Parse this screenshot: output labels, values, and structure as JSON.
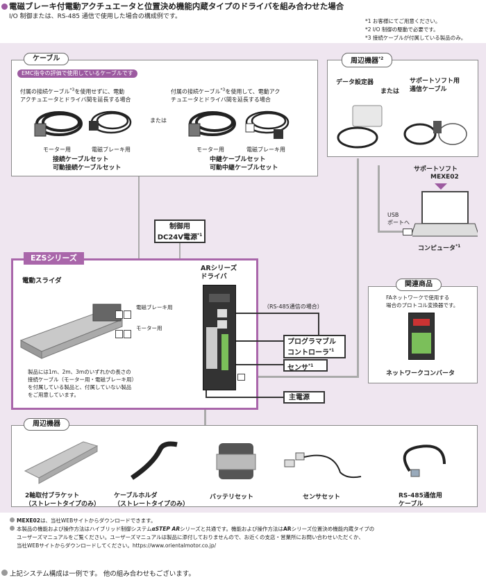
{
  "header": {
    "title": "電磁ブレーキ付電動アクチュエータと位置決め機能内蔵タイプのドライバを組み合わせた場合",
    "subtitle": "I/O 制御または、RS-485 通信で使用した場合の構成例です。",
    "notes": [
      "*1  お客様にてご用意ください。",
      "*2  I/O 制御の駆動で必要です。",
      "*3  接続ケーブルが付属している製品のみ。"
    ]
  },
  "cable_section": {
    "title": "ケーブル",
    "emc_label": "EMC指令の評価で使用しているケーブルです",
    "left_desc_1": "付属の接続ケーブル",
    "left_desc_2": "を使用せずに、電動",
    "left_desc_3": "アクチュエータとドライバ間を延長する場合",
    "right_desc_1": "付属の接続ケーブル",
    "right_desc_2": "を使用して、電動アク",
    "right_desc_3": "チュエータとドライバ間を延長する場合",
    "mark": "*3",
    "or": "または",
    "motor_label": "モーター用",
    "brake_label": "電磁ブレーキ用",
    "left_set_1": "接続ケーブルセット",
    "left_set_2": "可動接続ケーブルセット",
    "right_set_1": "中継ケーブルセット",
    "right_set_2": "可動中継ケーブルセット"
  },
  "peripherals_top": {
    "title": "周辺機器",
    "title_mark": "*2",
    "data_setter": "データ設定器",
    "or": "または",
    "support_cable_1": "サポートソフト用",
    "support_cable_2": "通信ケーブル",
    "support_soft": "サポートソフト",
    "mexe": "MEXE02",
    "usb_1": "USB",
    "usb_2": "ポートへ",
    "computer": "コンピュータ",
    "computer_mark": "*1"
  },
  "ctrl_power": {
    "line1": "制御用",
    "line2": "DC24V電源",
    "mark": "*1"
  },
  "ezs": {
    "title": "EZSシリーズ",
    "slider": "電動スライダ",
    "brake": "電磁ブレーキ用",
    "motor": "モーター用",
    "desc": [
      "製品には1m、2m、3mのいずれかの長さの",
      "接続ケーブル（モーター用・電磁ブレーキ用）",
      "を付属している製品と、付属していない製品",
      "をご用意しています。"
    ]
  },
  "driver": {
    "title_1": "ARシリーズ",
    "title_2": "ドライバ",
    "rs485": "（RS-485通信の場合）"
  },
  "blocks": {
    "plc_1": "プログラマブル",
    "plc_2": "コントローラ",
    "plc_mark": "*1",
    "sensor": "センサ",
    "sensor_mark": "*1",
    "main_power": "主電源"
  },
  "related": {
    "title": "関連商品",
    "desc_1": "FAネットワークで使用する",
    "desc_2": "場合のプロトコル変換器です。",
    "converter": "ネットワークコンバータ"
  },
  "peripherals_bottom": {
    "title": "周辺機器",
    "items": [
      {
        "l1": "2軸取付ブラケット",
        "l2": "（ストレートタイプのみ）"
      },
      {
        "l1": "ケーブルホルダ",
        "l2": "（ストレートタイプのみ）"
      },
      {
        "l1": "バッテリセット",
        "l2": ""
      },
      {
        "l1": "センサセット",
        "l2": ""
      },
      {
        "l1": "RS-485通信用",
        "l2": "ケーブル"
      }
    ]
  },
  "footer": {
    "note1_bold": "MEXE02",
    "note1": "は、当社WEBサイトからダウンロードできます。",
    "note2_a": "本製品の機能および操作方法はハイブリッド制御システム",
    "note2_brand": "αSTEP AR",
    "note2_b": "シリーズと共通です。機能および操作方法は",
    "note2_bold": "AR",
    "note2_c": "シリーズ位置決め機能内蔵タイプの",
    "note2_line2": "ユーザーズマニュアルをご覧ください。ユーザーズマニュアルは製品に添付しておりませんので、お近くの支店・営業所にお問い合わせいただくか、",
    "note2_line3": "当社WEBサイトからダウンロードしてください。https://www.orientalmotor.co.jp/",
    "bottom": "上記システム構成は一例です。 他の組み合わせもございます。"
  },
  "colors": {
    "accent": "#9c5aa0",
    "panel": "#efe6f0",
    "ezs_border": "#a966aa",
    "line": "#b0b0b0"
  }
}
